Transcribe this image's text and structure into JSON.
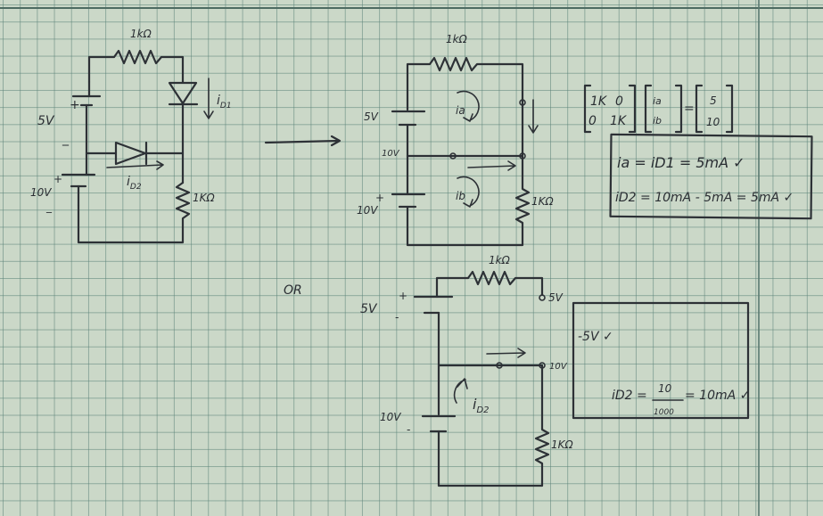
{
  "left_circuit": {
    "resistor_top": "1kΩ",
    "source_top": "5V",
    "source_bottom": "10V",
    "diode_top_current": "i",
    "diode_top_current_sub": "D1",
    "diode_mid_current": "i",
    "diode_mid_current_sub": "D2",
    "resistor_right": "1KΩ"
  },
  "right_circuit": {
    "resistor_top": "1kΩ",
    "source_top": "5V",
    "source_bottom": "10V",
    "node_label": "10V",
    "loop_a": "ia",
    "loop_b": "ib",
    "resistor_right": "1KΩ"
  },
  "matrix_box": {
    "m11": "1K",
    "m12": "0",
    "m21": "0",
    "m22": "1K",
    "v1": "ia",
    "v2": "ib",
    "eq": "=",
    "r1": "5",
    "r2": "10",
    "line1": "ia = iD1 = 5mA ✓",
    "line2": "iD2 = 10mA - 5mA = 5mA ✓"
  },
  "or_label": "OR",
  "bottom_circuit": {
    "resistor_top": "1kΩ",
    "source_top": "5V",
    "node_top": "5V",
    "node_mid": "10V",
    "source_bottom": "10V",
    "loop_current": "i",
    "loop_current_sub": "D2",
    "resistor_right": "1KΩ"
  },
  "result_box": {
    "line1": "-5V ✓",
    "line2_lhs": "iD2 =",
    "frac_num": "10",
    "frac_den": "1000",
    "line2_rhs": "= 10mA ✓"
  }
}
